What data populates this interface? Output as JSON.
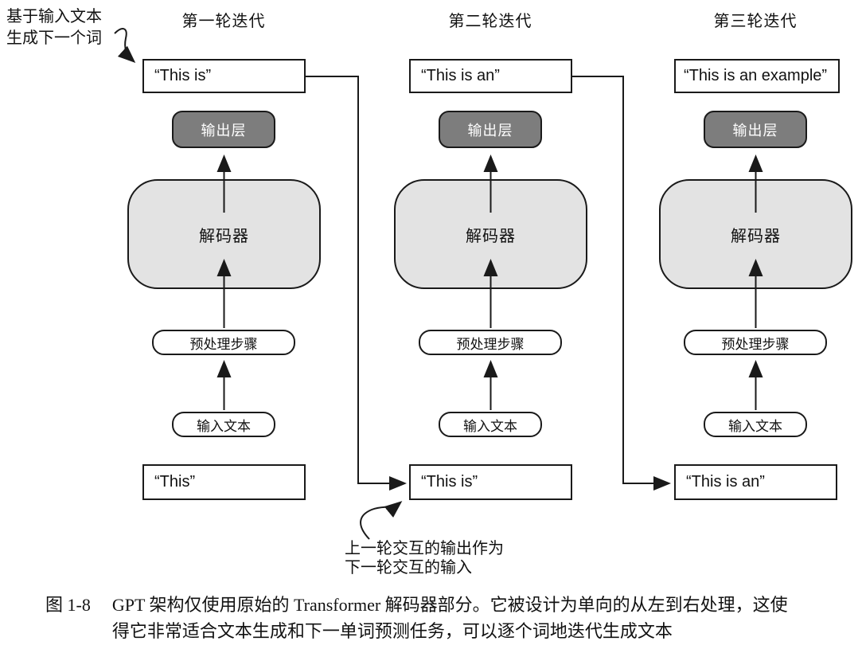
{
  "figure": {
    "columns": [
      {
        "title": "第一轮迭代",
        "output_text": "“This is”",
        "output_layer": "输出层",
        "decoder": "解码器",
        "preprocess": "预处理步骤",
        "input_label": "输入文本",
        "input_text": "“This”"
      },
      {
        "title": "第二轮迭代",
        "output_text": "“This is an”",
        "output_layer": "输出层",
        "decoder": "解码器",
        "preprocess": "预处理步骤",
        "input_label": "输入文本",
        "input_text": "“This is”"
      },
      {
        "title": "第三轮迭代",
        "output_text": "“This is an example”",
        "output_layer": "输出层",
        "decoder": "解码器",
        "preprocess": "预处理步骤",
        "input_label": "输入文本",
        "input_text": "“This is an”"
      }
    ],
    "annotations": {
      "top_left_line1": "基于输入文本",
      "top_left_line2": "生成下一个词",
      "bottom_line1": "上一轮交互的输出作为",
      "bottom_line2": "下一轮交互的输入"
    },
    "caption": {
      "label": "图 1-8",
      "line1": "GPT 架构仅使用原始的 Transformer 解码器部分。它被设计为单向的从左到右处理，这使",
      "line2": "得它非常适合文本生成和下一单词预测任务，可以逐个词地迭代生成文本"
    },
    "colors": {
      "output_layer_fill": "#7d7d7d",
      "decoder_fill": "#e3e3e3",
      "line_color": "#1a1a1a",
      "background": "#ffffff"
    }
  }
}
